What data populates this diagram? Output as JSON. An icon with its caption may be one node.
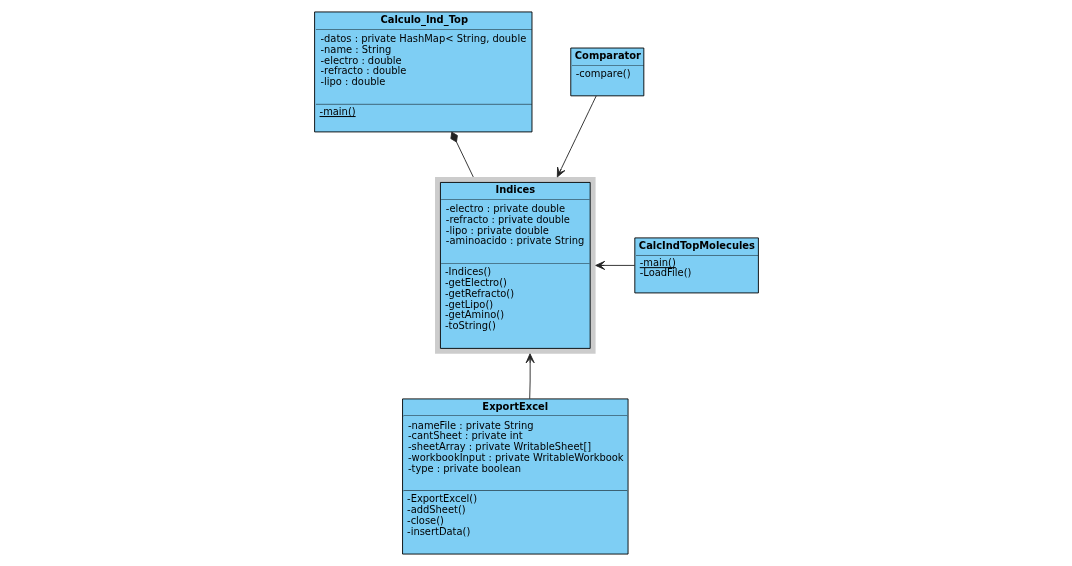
{
  "diagram": {
    "nodes": [
      {
        "text": [
          "Calculo_Ind_Top",
          "-datos : private HashMap< String, double",
          "-name : String",
          "-electro : double",
          "-refracto : double",
          "-lipo : double",
          "-main()"
        ]
      },
      {
        "text": [
          "Comparator",
          "-compare()"
        ]
      },
      {
        "text": [
          "Indices",
          "-electro : private double",
          "-refracto : private double",
          "-lipo : private double",
          "-aminoacido : private String",
          "-Indices()",
          "-getElectro()",
          "-getRefracto()",
          "-getLipo()",
          "-getAmino()",
          "-toString()"
        ]
      },
      {
        "text": [
          "CalcIndTopMolecules",
          "-main()",
          "-LoadFile()"
        ]
      },
      {
        "text": [
          "ExportExcel",
          "-nameFile : private String",
          "-cantSheet : private int",
          "-sheetArray : private WritableSheet[]",
          "-workbookInput : private WritableWorkbook",
          "-type : private boolean",
          "-ExportExcel()",
          "-addSheet()",
          "-close()",
          "-insertData()"
        ]
      }
    ],
    "edges": [
      {
        "from": 0,
        "to": 2,
        "arrow": "other"
      },
      {
        "from": 1,
        "to": 2,
        "arrow": "to"
      },
      {
        "from": 3,
        "to": 2,
        "arrow": "to"
      },
      {
        "from": 4,
        "to": 2,
        "arrow": "to"
      }
    ]
  }
}
